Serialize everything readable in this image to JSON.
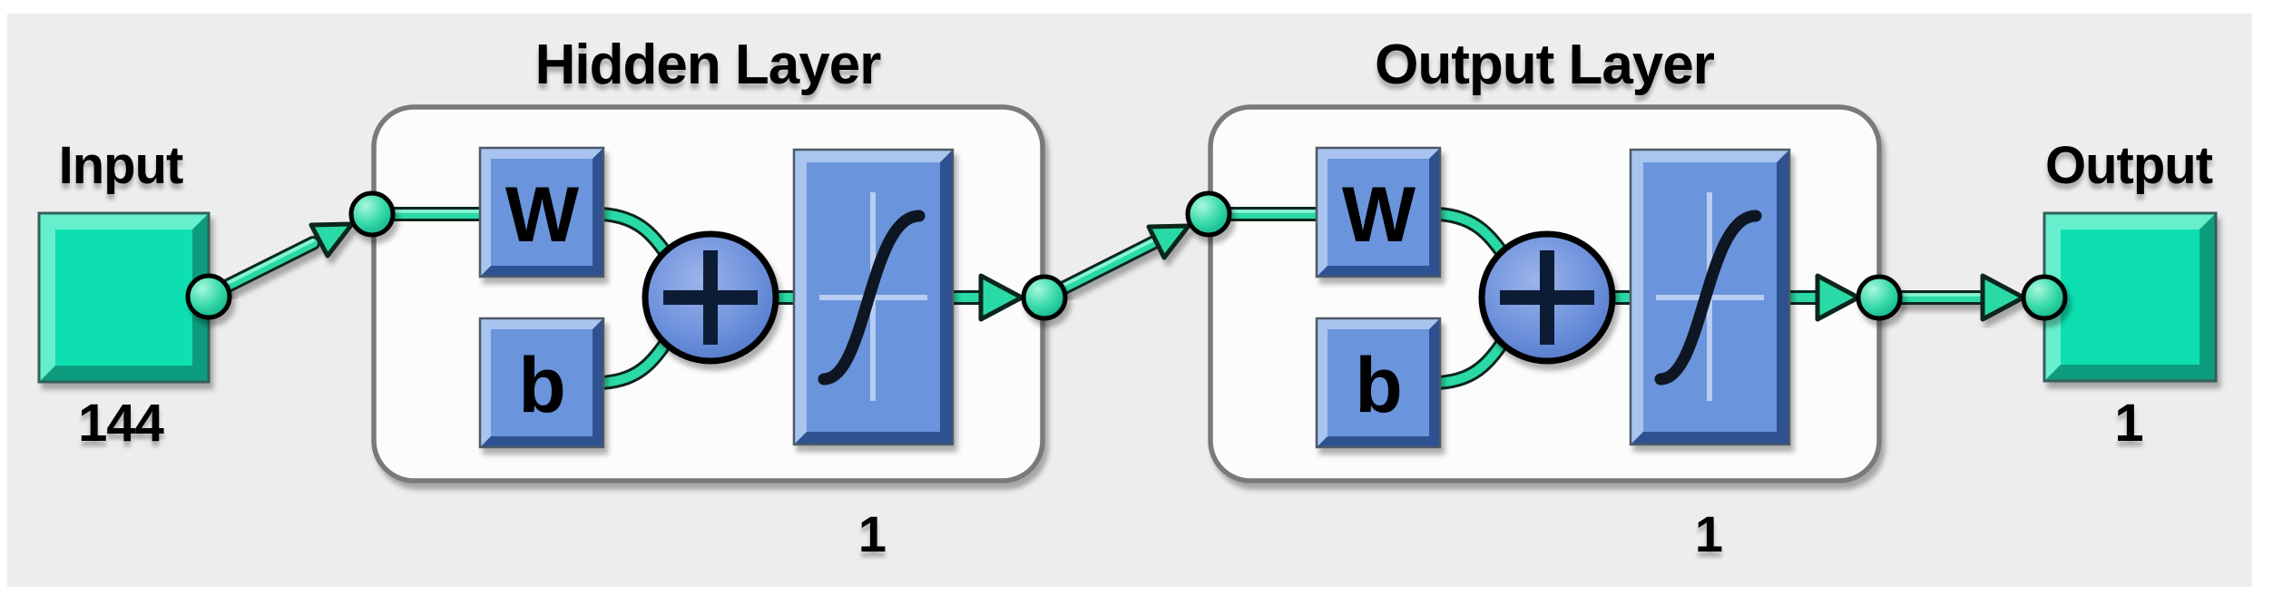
{
  "diagram": {
    "kind": "neural-network-view",
    "input": {
      "label": "Input",
      "size": "144"
    },
    "output": {
      "label": "Output",
      "size": "1"
    },
    "layers": [
      {
        "title": "Hidden Layer",
        "size": "1",
        "weight_label": "W",
        "bias_label": "b",
        "sum_symbol": "+",
        "transfer_function_icon": "sigmoid-curve"
      },
      {
        "title": "Output Layer",
        "size": "1",
        "weight_label": "W",
        "bias_label": "b",
        "sum_symbol": "+",
        "transfer_function_icon": "sigmoid-curve"
      }
    ]
  },
  "colors": {
    "page_background": "#ffffff",
    "panel_background": "#ededed",
    "layer_box_fill": "#fcfcfc",
    "layer_box_border": "#7a7a7a",
    "io_block_green": "#0bdfb0",
    "io_block_green_light": "#66efcc",
    "io_block_green_dark": "#0a9d7e",
    "connector_green": "#2adaa6",
    "node_green": "#36d9a8",
    "param_block_blue": "#6b94dc",
    "param_block_blue_light": "#a9c4ef",
    "param_block_blue_dark": "#2e5191",
    "sum_junction_blue": "#6e92dc",
    "sigmoid_crosshair_blue": "#b9cdf2",
    "label_color": "#000000"
  }
}
